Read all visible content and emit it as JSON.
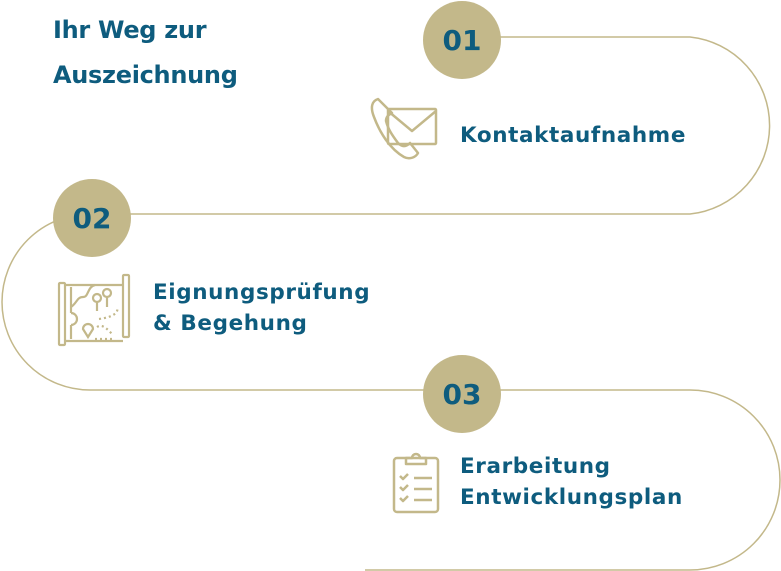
{
  "heading": {
    "line1": "Ihr Weg zur",
    "line2": "Auszeichnung"
  },
  "steps": [
    {
      "number": "01",
      "lines": [
        "Kontaktaufnahme"
      ],
      "icon": "phone-envelope-icon"
    },
    {
      "number": "02",
      "lines": [
        "Eignungsprüfung",
        "& Begehung"
      ],
      "icon": "map-icon"
    },
    {
      "number": "03",
      "lines": [
        "Erarbeitung",
        "Entwicklungsplan"
      ],
      "icon": "clipboard-checklist-icon"
    }
  ],
  "colors": {
    "gold": "#c3b88a",
    "blue": "#0e5c7e"
  }
}
